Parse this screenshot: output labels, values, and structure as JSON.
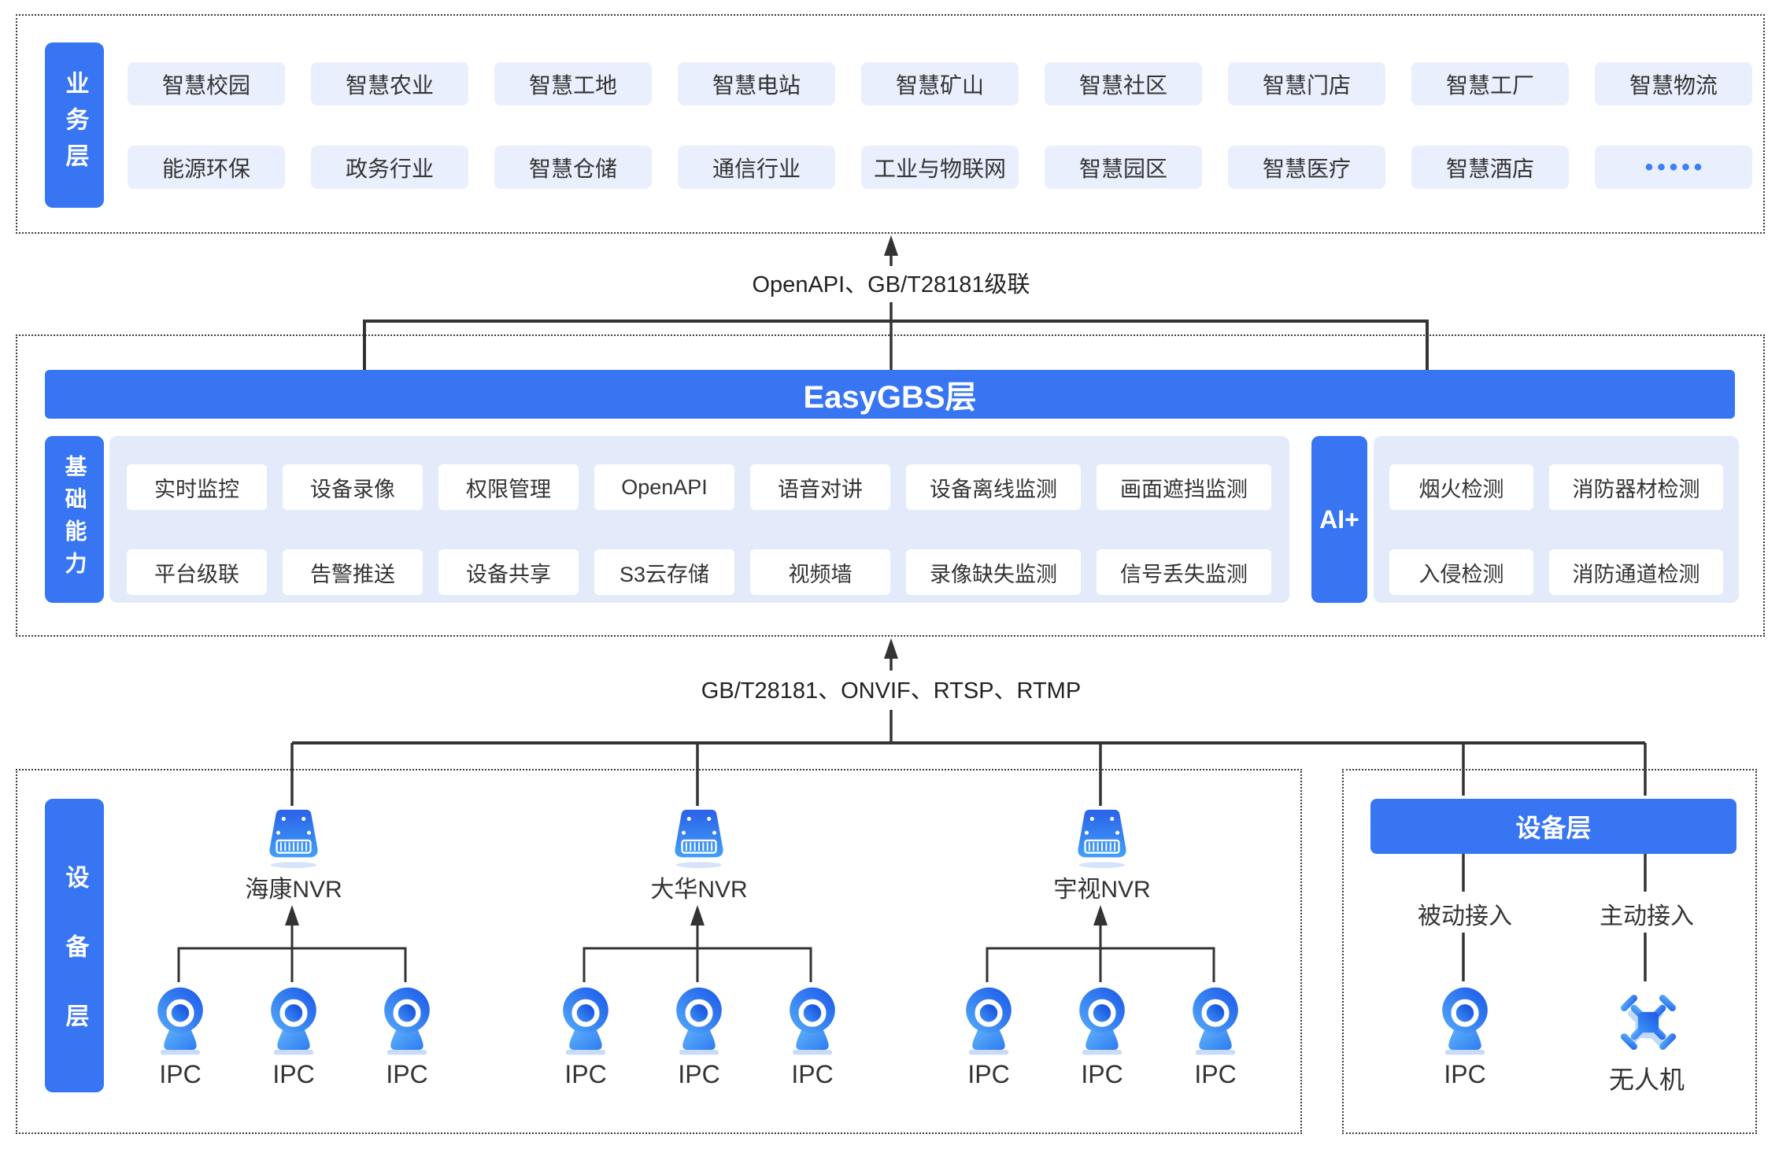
{
  "colors": {
    "primary": "#3775F3",
    "item_bg": "#E9EFFC",
    "panel_bg": "#E3EBFA",
    "text": "#333333",
    "line": "#333333"
  },
  "icons": {
    "nvr": "nvr-device-icon",
    "ipc": "ipc-camera-icon",
    "drone": "drone-icon",
    "more": "ellipsis-dots-icon"
  },
  "business_layer": {
    "label": "业务层",
    "row1": [
      "智慧校园",
      "智慧农业",
      "智慧工地",
      "智慧电站",
      "智慧矿山",
      "智慧社区",
      "智慧门店",
      "智慧工厂",
      "智慧物流"
    ],
    "row2": [
      "能源环保",
      "政务行业",
      "智慧仓储",
      "通信行业",
      "工业与物联网",
      "智慧园区",
      "智慧医疗",
      "智慧酒店",
      "•••••"
    ]
  },
  "connections": {
    "top_label": "OpenAPI、GB/T28181级联",
    "bottom_label": "GB/T28181、ONVIF、RTSP、RTMP"
  },
  "easygbs_layer": {
    "title": "EasyGBS层",
    "base_label": "基础能力",
    "base_row1": [
      "实时监控",
      "设备录像",
      "权限管理",
      "OpenAPI",
      "语音对讲",
      "设备离线监测",
      "画面遮挡监测"
    ],
    "base_row2": [
      "平台级联",
      "告警推送",
      "设备共享",
      "S3云存储",
      "视频墙",
      "录像缺失监测",
      "信号丢失监测"
    ],
    "ai_label": "AI+",
    "ai_row1": [
      "烟火检测",
      "消防器材检测"
    ],
    "ai_row2": [
      "入侵检测",
      "消防通道检测"
    ]
  },
  "device_layer": {
    "label": "设备层",
    "nvr_groups": [
      {
        "name": "海康NVR",
        "ipcs": [
          "IPC",
          "IPC",
          "IPC"
        ]
      },
      {
        "name": "大华NVR",
        "ipcs": [
          "IPC",
          "IPC",
          "IPC"
        ]
      },
      {
        "name": "宇视NVR",
        "ipcs": [
          "IPC",
          "IPC",
          "IPC"
        ]
      }
    ],
    "right_panel": {
      "header": "设备层",
      "passive_label": "被动接入",
      "active_label": "主动接入",
      "ipc_label": "IPC",
      "drone_label": "无人机"
    }
  }
}
